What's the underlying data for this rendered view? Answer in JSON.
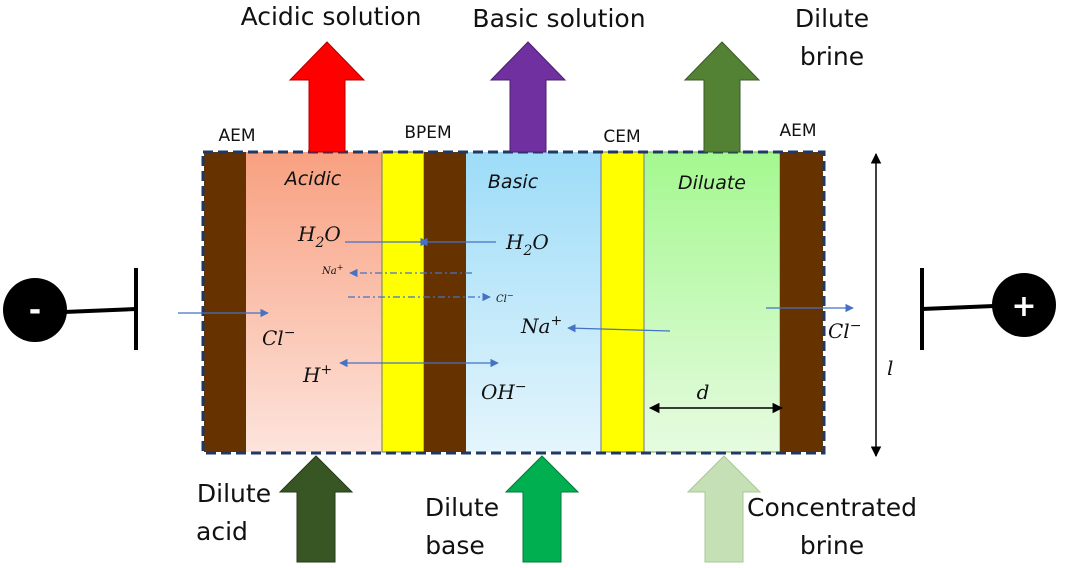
{
  "flows": {
    "top": {
      "acidic": "Acidic solution",
      "basic": "Basic solution",
      "dilute_brine_line1": "Dilute",
      "dilute_brine_line2": "brine"
    },
    "bottom": {
      "dilute_acid_line1": "Dilute",
      "dilute_acid_line2": "acid",
      "dilute_base_line1": "Dilute",
      "dilute_base_line2": "base",
      "concentrated_brine_line1": "Concentrated",
      "concentrated_brine_line2": "brine"
    }
  },
  "membranes": {
    "aem_left": "AEM",
    "bpem": "BPEM",
    "cem": "CEM",
    "aem_right": "AEM"
  },
  "compartments": {
    "acidic": "Acidic",
    "basic": "Basic",
    "diluate": "Diluate"
  },
  "species": {
    "h2o_left": "H",
    "h2o_left_sub": "2",
    "h2o_left_tail": "O",
    "h2o_right": "H",
    "h2o_right_sub": "2",
    "h2o_right_tail": "O",
    "na_small": "Na",
    "na_small_sup": "+",
    "cl_small": "Cl",
    "cl_small_sup": "−",
    "cl_acid": "Cl",
    "cl_acid_sup": "−",
    "na_base": "Na",
    "na_base_sup": "+",
    "h_acid": "H",
    "h_acid_sup": "+",
    "oh_base": "OH",
    "oh_base_sup": "−",
    "cl_right": "Cl",
    "cl_right_sup": "−"
  },
  "dimensions": {
    "d": "d",
    "l": "l"
  },
  "electrodes": {
    "negative": "-",
    "positive": "+"
  },
  "colors": {
    "acid_arrow_up": "#ff0000",
    "basic_arrow_up": "#7030a0",
    "brine_arrow_up": "#548235",
    "acid_arrow_down": "#375623",
    "base_arrow_down": "#00b050",
    "brine_arrow_down": "#c5e0b4",
    "aem": "#663300",
    "bpem_yellow": "#ffff00",
    "flux_arrow": "#4472c4"
  }
}
